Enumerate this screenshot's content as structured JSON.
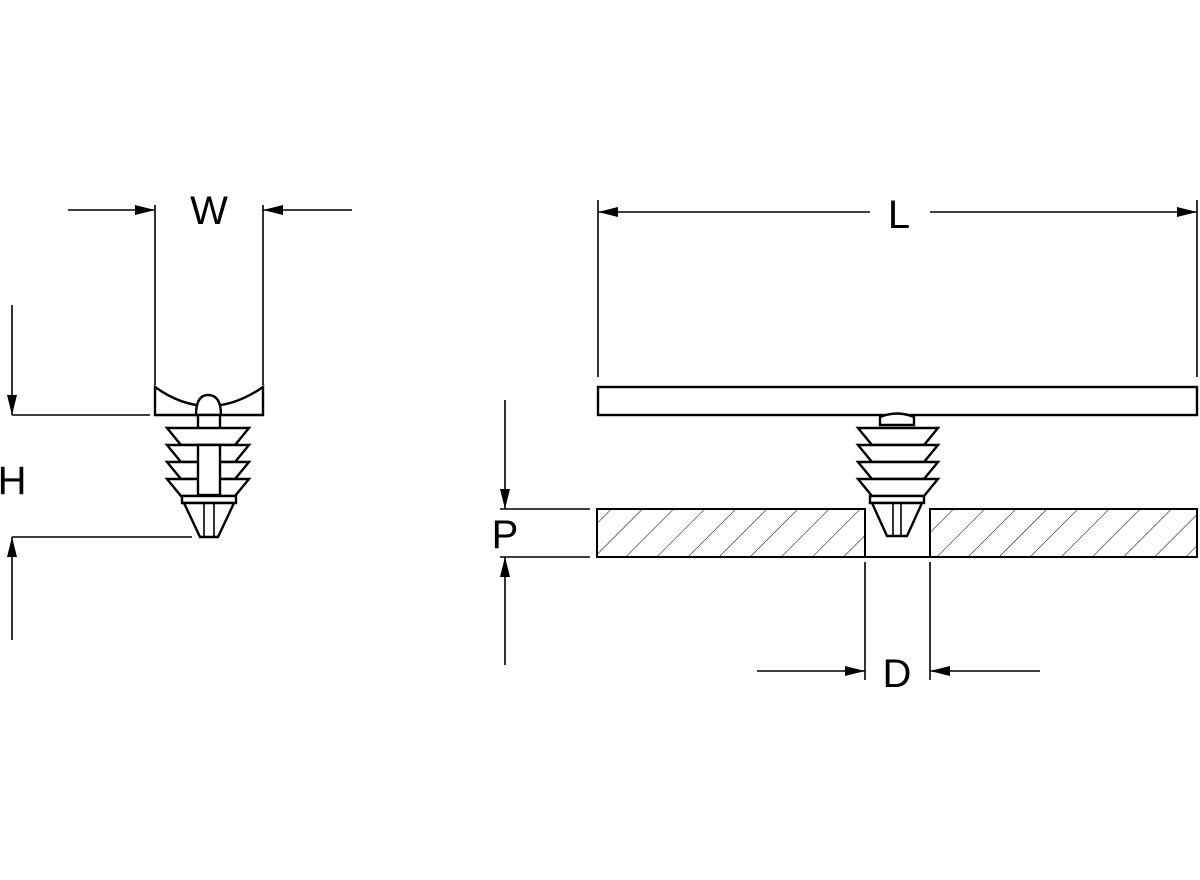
{
  "labels": {
    "width": "W",
    "height": "H",
    "length": "L",
    "panel_thickness": "P",
    "hole_diameter": "D"
  },
  "colors": {
    "line": "#000000",
    "background": "#ffffff"
  }
}
